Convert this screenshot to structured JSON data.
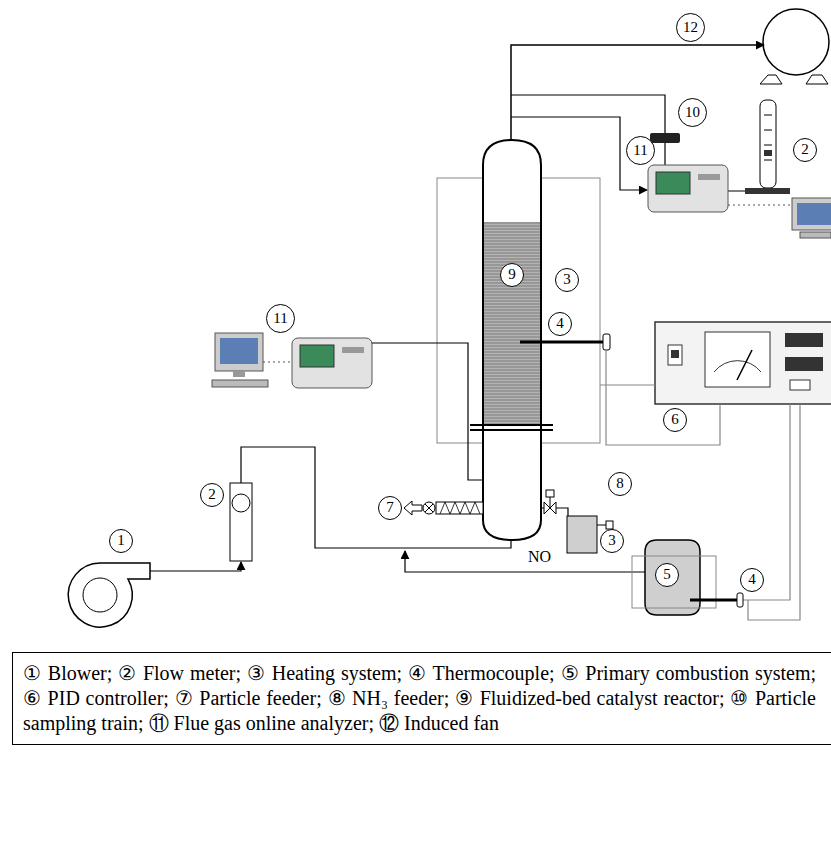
{
  "diagram": {
    "caption": "① Blower; ② Flow meter; ③ Heating system; ④ Thermocouple; ⑤ Primary combustion system; ⑥ PID controller; ⑦ Particle feeder; ⑧ NH₃ feeder; ⑨ Fluidized-bed catalyst reactor; ⑩ Particle sampling train; ⑪ Flue gas online analyzer; ⑫ Induced fan",
    "labels": [
      "12",
      "10",
      "2",
      "11",
      "9",
      "3",
      "4",
      "11",
      "6",
      "2",
      "7",
      "8",
      "1",
      "NO",
      "3",
      "5",
      "4"
    ]
  }
}
